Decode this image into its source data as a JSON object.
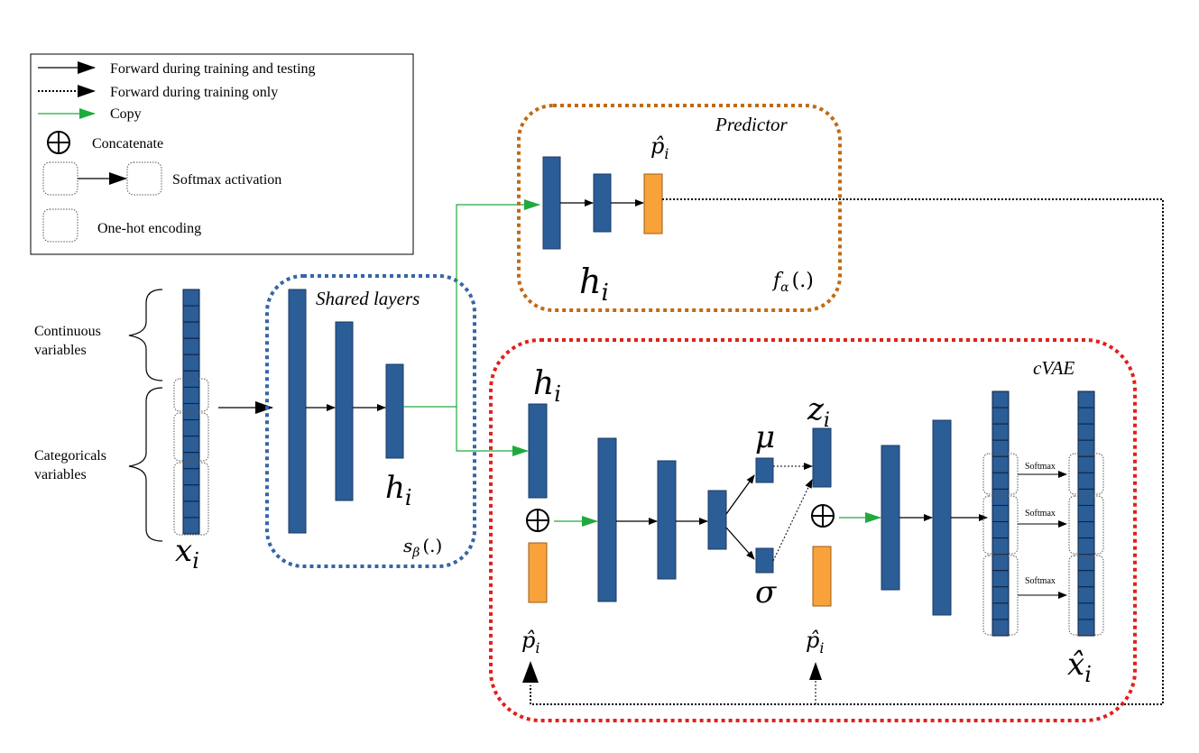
{
  "legend": {
    "forward_train_test": "Forward during training and testing",
    "forward_train_only": "Forward during training only",
    "copy": "Copy",
    "concatenate": "Concatenate",
    "softmax_activation": "Softmax activation",
    "one_hot_encoding": "One-hot encoding"
  },
  "input": {
    "continuous_label_line1": "Continuous",
    "continuous_label_line2": "variables",
    "categorical_label_line1": "Categoricals",
    "categorical_label_line2": "variables",
    "symbol": "x",
    "symbol_sub": "i"
  },
  "shared": {
    "title": "Shared layers",
    "output_symbol": "h",
    "output_sub": "i",
    "func": "s",
    "func_sub": "β",
    "func_arg": "(.)"
  },
  "predictor": {
    "title": "Predictor",
    "output_symbol": "p̂",
    "output_sub": "i",
    "input_symbol": "h",
    "input_sub": "i",
    "func": "f",
    "func_sub": "α",
    "func_arg": "(.)"
  },
  "cvae": {
    "title": "cVAE",
    "input_symbol": "h",
    "input_sub": "i",
    "cond_symbol": "p̂",
    "cond_sub": "i",
    "mu": "μ",
    "sigma": "σ",
    "latent_symbol": "z",
    "latent_sub": "i",
    "cond2_symbol": "p̂",
    "cond2_sub": "i",
    "softmax_labels": [
      "Softmax",
      "Softmax",
      "Softmax"
    ],
    "output_symbol": "x̂",
    "output_sub": "i"
  },
  "colors": {
    "block": "#2b5d97",
    "block_stroke": "#1a3a66",
    "orange": "#f9a23a",
    "shared_border": "#3565a8",
    "predictor_border": "#c06a14",
    "cvae_border": "#e0211c",
    "copy_arrow": "#1faa3d"
  }
}
